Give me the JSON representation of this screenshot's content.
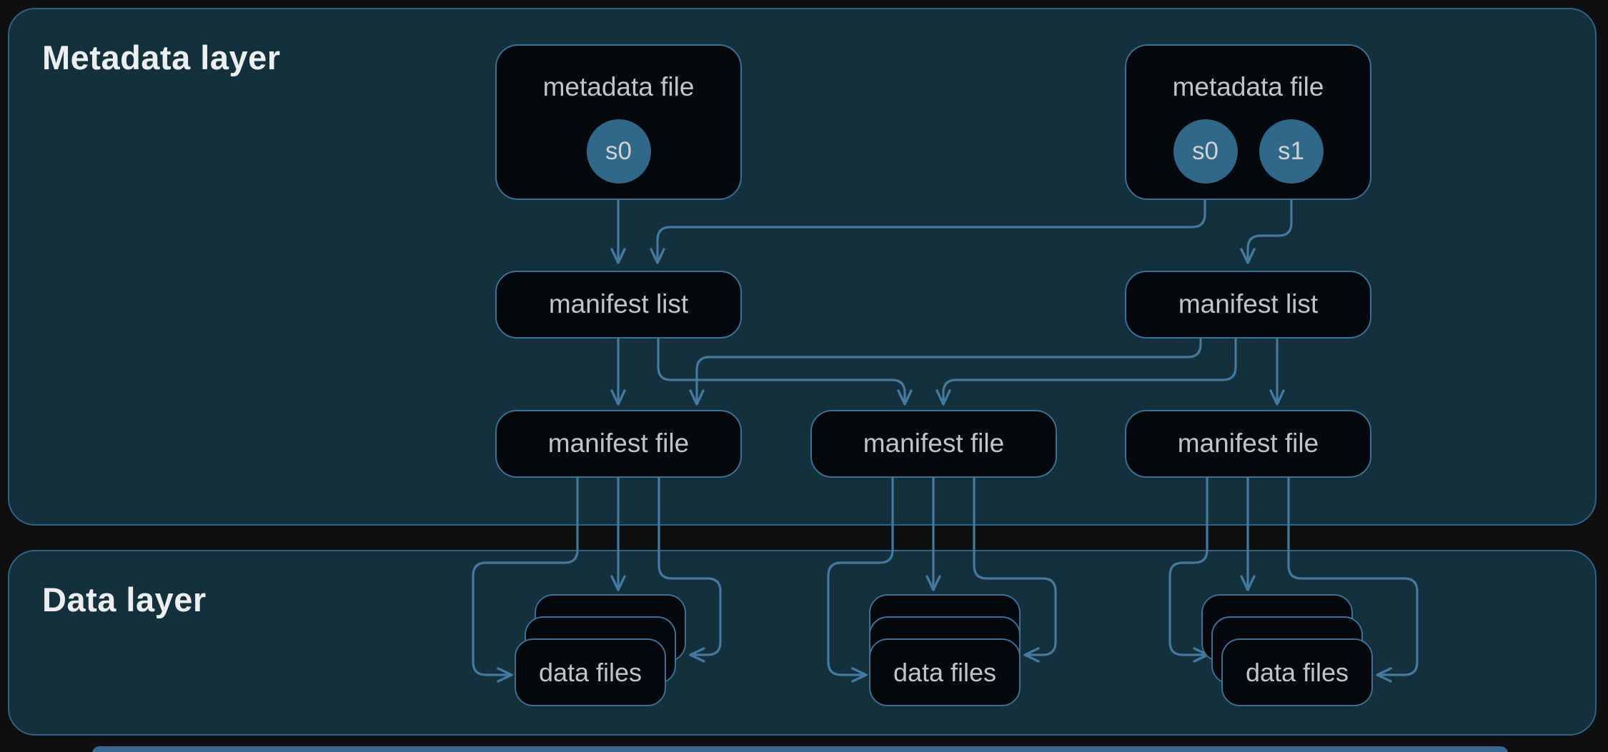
{
  "layers": [
    {
      "id": "metadata",
      "title": "Metadata layer"
    },
    {
      "id": "data",
      "title": "Data layer"
    }
  ],
  "nodes": {
    "metadata_file_left": {
      "label": "metadata file",
      "snapshots": [
        {
          "label": "s0"
        }
      ]
    },
    "metadata_file_right": {
      "label": "metadata file",
      "snapshots": [
        {
          "label": "s0"
        },
        {
          "label": "s1"
        }
      ]
    },
    "manifest_list_left": {
      "label": "manifest list"
    },
    "manifest_list_right": {
      "label": "manifest list"
    },
    "manifest_file_left": {
      "label": "manifest file"
    },
    "manifest_file_center": {
      "label": "manifest file"
    },
    "manifest_file_right": {
      "label": "manifest file"
    },
    "data_files_left": {
      "label": "data files",
      "stack_count": 3
    },
    "data_files_center": {
      "label": "data files",
      "stack_count": 3
    },
    "data_files_right": {
      "label": "data files",
      "stack_count": 3
    }
  },
  "edges": [
    {
      "from": "metadata_file_left.s0",
      "to": "manifest_list_left"
    },
    {
      "from": "metadata_file_right.s0",
      "to": "manifest_list_left"
    },
    {
      "from": "metadata_file_right.s1",
      "to": "manifest_list_right"
    },
    {
      "from": "manifest_list_left",
      "to": "manifest_file_left"
    },
    {
      "from": "manifest_list_left",
      "to": "manifest_file_center"
    },
    {
      "from": "manifest_list_right",
      "to": "manifest_file_left"
    },
    {
      "from": "manifest_list_right",
      "to": "manifest_file_center"
    },
    {
      "from": "manifest_list_right",
      "to": "manifest_file_right"
    },
    {
      "from": "manifest_file_left",
      "to": "data_files_left",
      "count": 3
    },
    {
      "from": "manifest_file_center",
      "to": "data_files_center",
      "count": 3
    },
    {
      "from": "manifest_file_right",
      "to": "data_files_right",
      "count": 3
    }
  ],
  "colors": {
    "page_background": "#0e0f10",
    "layer_fill": "#14303d",
    "layer_border": "#2f6285",
    "node_fill": "#05080c",
    "node_border": "#3c7095",
    "connector": "#447a9f",
    "snapshot_fill": "#306889",
    "node_text": "#c0c5c9",
    "title_text": "#eceeef",
    "bottom_bar": "#3a6890"
  }
}
